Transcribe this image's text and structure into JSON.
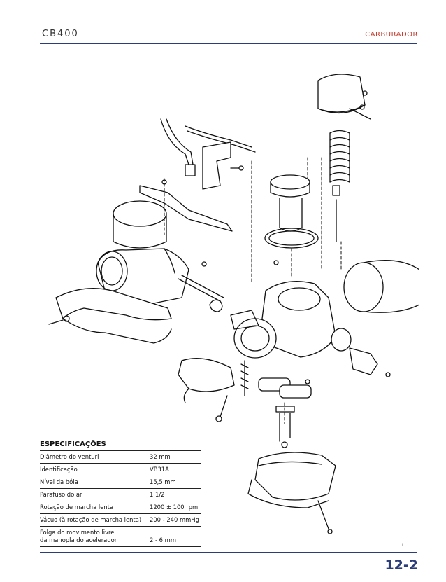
{
  "header": {
    "model": "CB400",
    "section": "CARBURADOR"
  },
  "footer": {
    "page_number": "12-2",
    "mark": "ı"
  },
  "specifications": {
    "title": "ESPECIFICAÇÕES",
    "rows": [
      {
        "label": "Diâmetro do venturi",
        "value": "32 mm"
      },
      {
        "label": "Identificação",
        "value": "VB31A"
      },
      {
        "label": "Nível da bóia",
        "value": "15,5 mm"
      },
      {
        "label": "Parafuso do ar",
        "value": "1 1/2"
      },
      {
        "label": "Rotação de marcha lenta",
        "value": "1200 ± 100 rpm"
      },
      {
        "label": "Vácuo (à rotação de marcha lenta)",
        "value": "200 - 240 mmHg"
      },
      {
        "label": "Folga do movimento livre\nda manopla do acelerador",
        "value": "2 - 6 mm"
      }
    ]
  }
}
